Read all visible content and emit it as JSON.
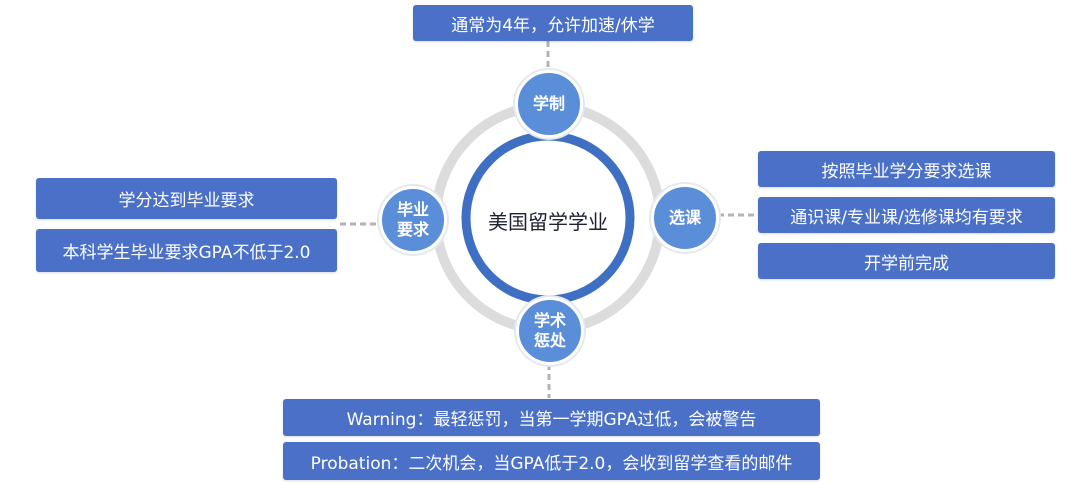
{
  "center": {
    "label": "美国留学学业"
  },
  "nodes": {
    "top": {
      "label": "学制",
      "boxes": [
        "通常为4年，允许加速/休学"
      ]
    },
    "right": {
      "label": "选课",
      "boxes": [
        "按照毕业学分要求选课",
        "通识课/专业课/选修课均有要求",
        "开学前完成"
      ]
    },
    "bottom": {
      "label_line1": "学术",
      "label_line2": "惩处",
      "boxes": [
        "Warning：最轻惩罚，当第一学期GPA过低，会被警告",
        "Probation：二次机会，当GPA低于2.0，会收到留学查看的邮件"
      ]
    },
    "left": {
      "label_line1": "毕业",
      "label_line2": "要求",
      "boxes": [
        "学分达到毕业要求",
        "本科学生毕业要求GPA不低于2.0"
      ]
    }
  },
  "colors": {
    "box_fill": "#4a70c7",
    "node_fill": "#5b8ed8",
    "ring_blue": "#3e6fc2",
    "ring_grey": "#dcdcdc",
    "dash": "#b3b3b3",
    "center_text": "#1f2233"
  }
}
